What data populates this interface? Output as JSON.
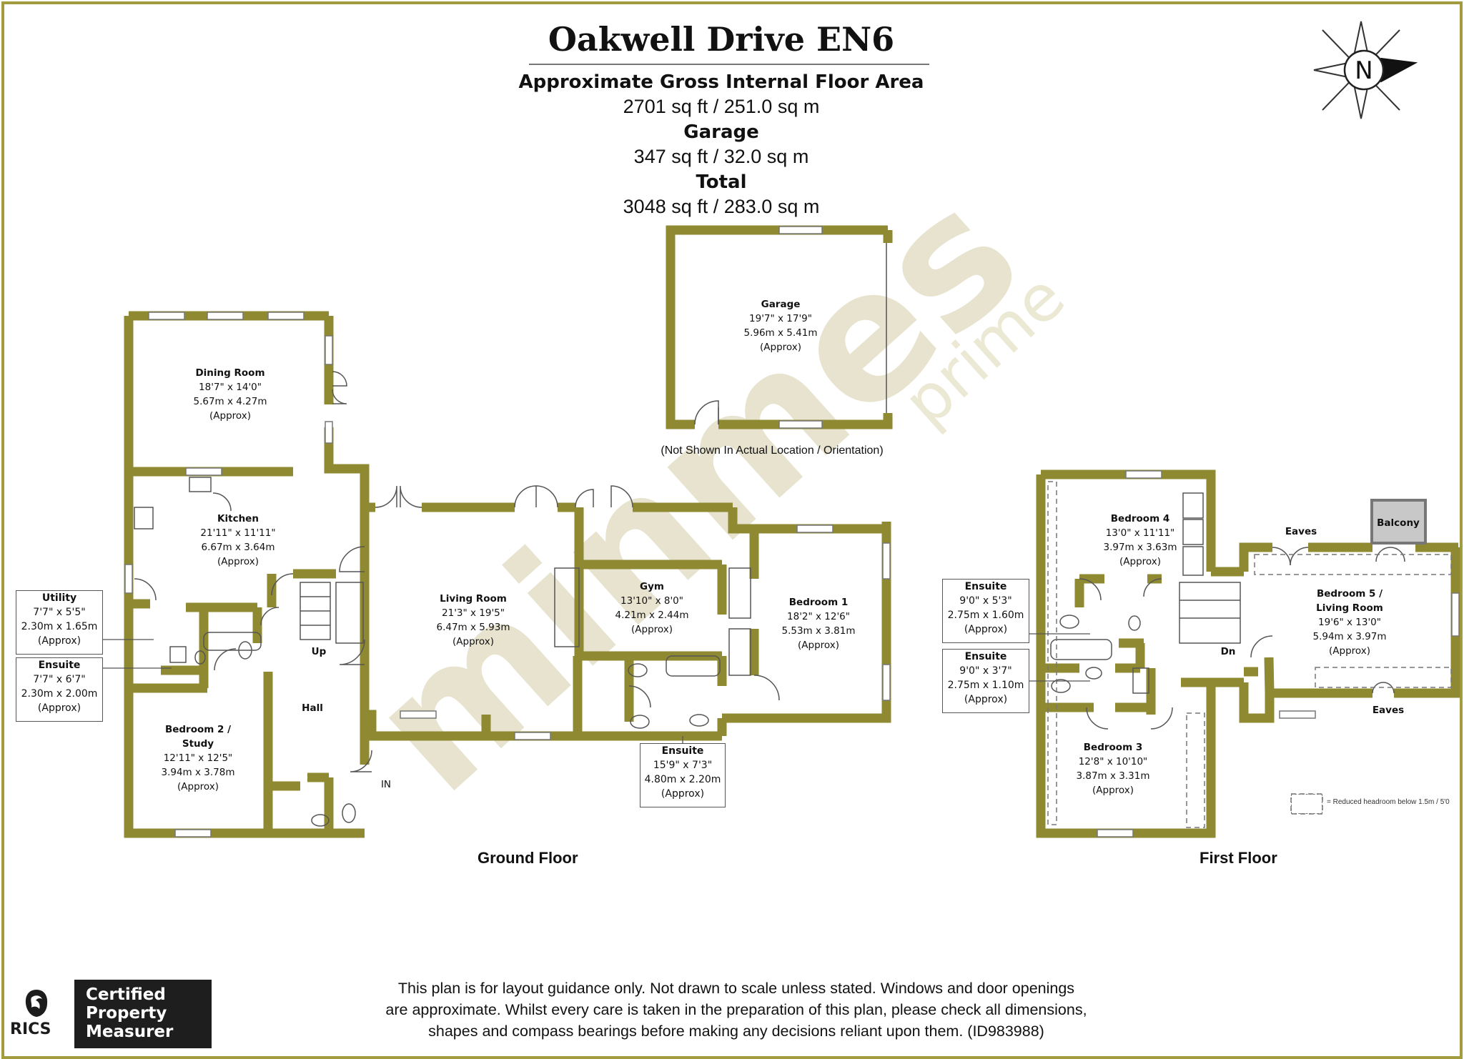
{
  "header": {
    "title": "Oakwell Drive EN6",
    "area_heading": "Approximate Gross Internal Floor Area",
    "area_value": "2701 sq ft / 251.0 sq m",
    "garage_heading": "Garage",
    "garage_value": "347 sq ft / 32.0 sq m",
    "total_heading": "Total",
    "total_value": "3048 sq ft / 283.0 sq m"
  },
  "compass": {
    "label": "N",
    "icon": "north-compass-icon"
  },
  "colors": {
    "wall": "#8f8a31",
    "frame": "#a39c3f",
    "watermark": "#e3dfc6"
  },
  "watermark": {
    "brand": "minmes",
    "suffix": "prime"
  },
  "garage": {
    "name": "Garage",
    "imperial": "19'7\" x 17'9\"",
    "metric": "5.96m x 5.41m",
    "approx": "(Approx)",
    "note": "(Not Shown In Actual Location / Orientation)"
  },
  "ground_floor": {
    "label": "Ground Floor",
    "entry": "IN",
    "stairs": "Up",
    "rooms": [
      {
        "name": "Dining Room",
        "imperial": "18'7\" x 14'0\"",
        "metric": "5.67m x 4.27m",
        "approx": "(Approx)"
      },
      {
        "name": "Kitchen",
        "imperial": "21'11\" x 11'11\"",
        "metric": "6.67m x 3.64m",
        "approx": "(Approx)"
      },
      {
        "name": "Living Room",
        "imperial": "21'3\" x 19'5\"",
        "metric": "6.47m x 5.93m",
        "approx": "(Approx)"
      },
      {
        "name": "Gym",
        "imperial": "13'10\" x 8'0\"",
        "metric": "4.21m x 2.44m",
        "approx": "(Approx)"
      },
      {
        "name": "Bedroom 1",
        "imperial": "18'2\" x 12'6\"",
        "metric": "5.53m x 3.81m",
        "approx": "(Approx)"
      },
      {
        "name": "Bedroom 2 /",
        "name2": "Study",
        "imperial": "12'11\" x 12'5\"",
        "metric": "3.94m x 3.78m",
        "approx": "(Approx)"
      },
      {
        "name": "Hall"
      }
    ],
    "callouts": [
      {
        "name": "Utility",
        "imperial": "7'7\" x 5'5\"",
        "metric": "2.30m x 1.65m",
        "approx": "(Approx)"
      },
      {
        "name": "Ensuite",
        "imperial": "7'7\" x 6'7\"",
        "metric": "2.30m x 2.00m",
        "approx": "(Approx)"
      },
      {
        "name": "Ensuite",
        "imperial": "15'9\" x 7'3\"",
        "metric": "4.80m x 2.20m",
        "approx": "(Approx)"
      }
    ]
  },
  "first_floor": {
    "label": "First Floor",
    "stairs": "Dn",
    "eaves_top": "Eaves",
    "eaves_bottom": "Eaves",
    "balcony": "Balcony",
    "rooms": [
      {
        "name": "Bedroom 4",
        "imperial": "13'0\" x 11'11\"",
        "metric": "3.97m x 3.63m",
        "approx": "(Approx)"
      },
      {
        "name": "Bedroom 3",
        "imperial": "12'8\" x 10'10\"",
        "metric": "3.87m x 3.31m",
        "approx": "(Approx)"
      },
      {
        "name": "Bedroom 5 /",
        "name2": "Living Room",
        "imperial": "19'6\" x 13'0\"",
        "metric": "5.94m x 3.97m",
        "approx": "(Approx)"
      }
    ],
    "callouts": [
      {
        "name": "Ensuite",
        "imperial": "9'0\" x 5'3\"",
        "metric": "2.75m x 1.60m",
        "approx": "(Approx)"
      },
      {
        "name": "Ensuite",
        "imperial": "9'0\" x 3'7\"",
        "metric": "2.75m x 1.10m",
        "approx": "(Approx)"
      }
    ],
    "legend": "= Reduced headroom below 1.5m / 5'0"
  },
  "footer": {
    "disclaimer_1": "This plan is for layout guidance only. Not drawn to scale unless stated. Windows and door openings",
    "disclaimer_2": "are approximate. Whilst every care is taken in the preparation of this plan, please check all dimensions,",
    "disclaimer_3": "shapes and compass bearings before making any decisions reliant upon them. (ID983988)",
    "rics": "RICS",
    "cert_1": "Certified",
    "cert_2": "Property",
    "cert_3": "Measurer"
  }
}
